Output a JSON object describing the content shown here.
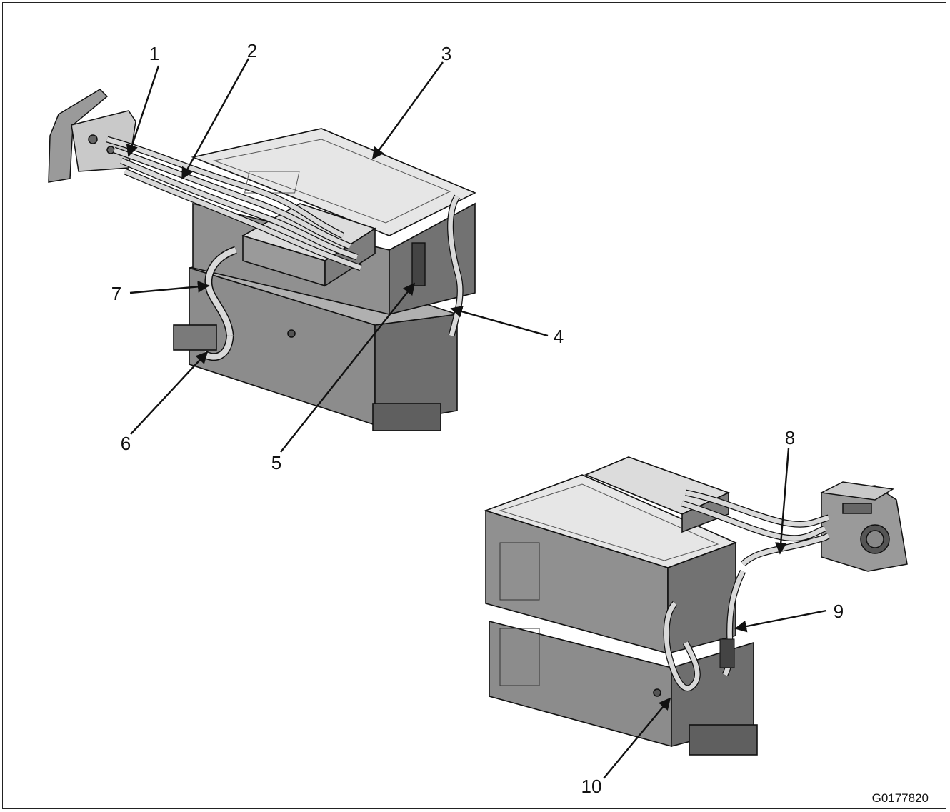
{
  "figure": {
    "id": "G0177820",
    "callouts": [
      {
        "key": "c1",
        "label": "1"
      },
      {
        "key": "c2",
        "label": "2"
      },
      {
        "key": "c3",
        "label": "3"
      },
      {
        "key": "c4",
        "label": "4"
      },
      {
        "key": "c5",
        "label": "5"
      },
      {
        "key": "c6",
        "label": "6"
      },
      {
        "key": "c7",
        "label": "7"
      },
      {
        "key": "c8",
        "label": "8"
      },
      {
        "key": "c9",
        "label": "9"
      },
      {
        "key": "c10",
        "label": "10"
      }
    ]
  },
  "colors": {
    "line": "#111111",
    "housing_side": "#8c8c8c",
    "housing_side_dark": "#6e6e6e",
    "housing_top": "#e6e6e6",
    "cable": "#d9d9d9",
    "bracket": "#9a9a9a"
  }
}
